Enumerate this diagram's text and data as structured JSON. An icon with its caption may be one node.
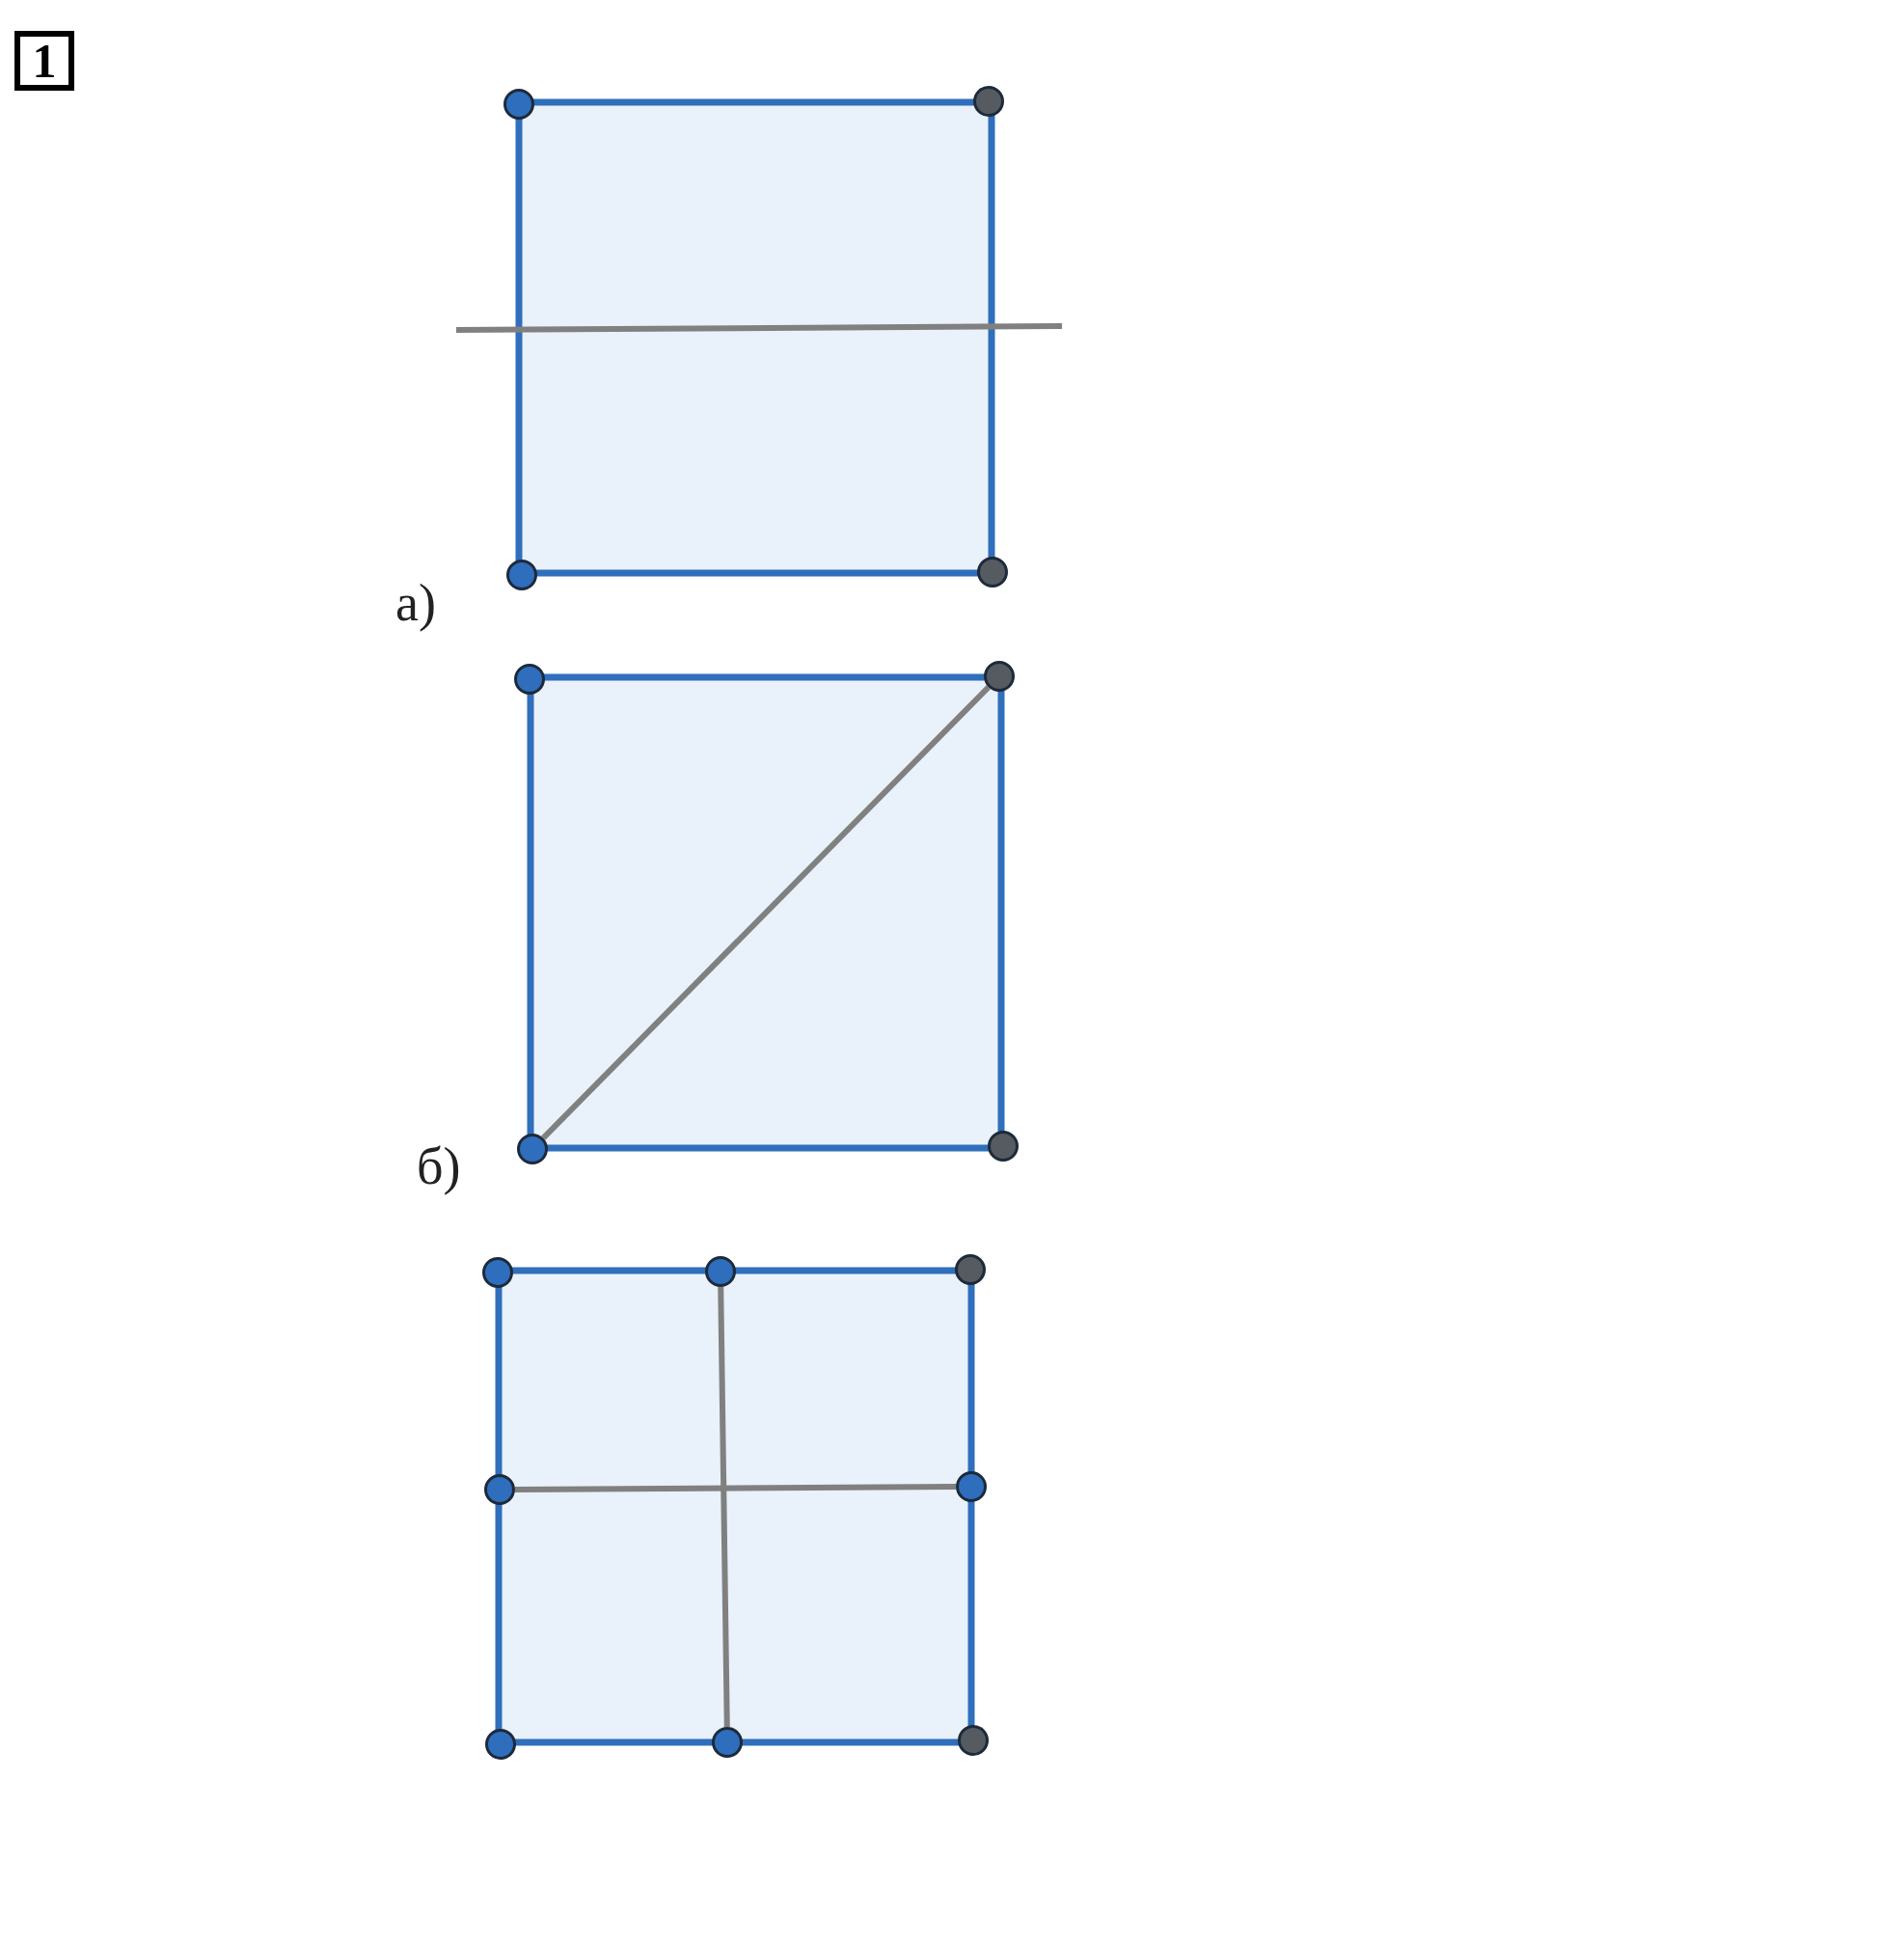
{
  "diagram": {
    "nodes": [
      {
        "text": [],
        "shape": "circle"
      },
      {
        "text": [],
        "shape": "circle"
      },
      {
        "text": [],
        "shape": "circle"
      },
      {
        "text": [],
        "shape": "circle"
      },
      {
        "text": [],
        "shape": "circle"
      },
      {
        "text": [],
        "shape": "circle"
      },
      {
        "text": [],
        "shape": "circle"
      },
      {
        "text": [],
        "shape": "circle"
      },
      {
        "text": [],
        "shape": "circle"
      },
      {
        "text": [],
        "shape": "circle"
      },
      {
        "text": [],
        "shape": "circle"
      },
      {
        "text": [],
        "shape": "circle"
      },
      {
        "text": [],
        "shape": "circle"
      },
      {
        "text": [],
        "shape": "circle"
      },
      {
        "text": [],
        "shape": "circle"
      },
      {
        "text": [],
        "shape": "circle"
      }
    ],
    "edges": [
      {
        "from": 6,
        "to": 5,
        "arrow": "none"
      },
      {
        "from": 9,
        "to": 14,
        "arrow": "none"
      },
      {
        "from": 11,
        "to": 12,
        "arrow": "none"
      }
    ],
    "labels": [
      "1",
      "а)",
      "б)"
    ]
  }
}
